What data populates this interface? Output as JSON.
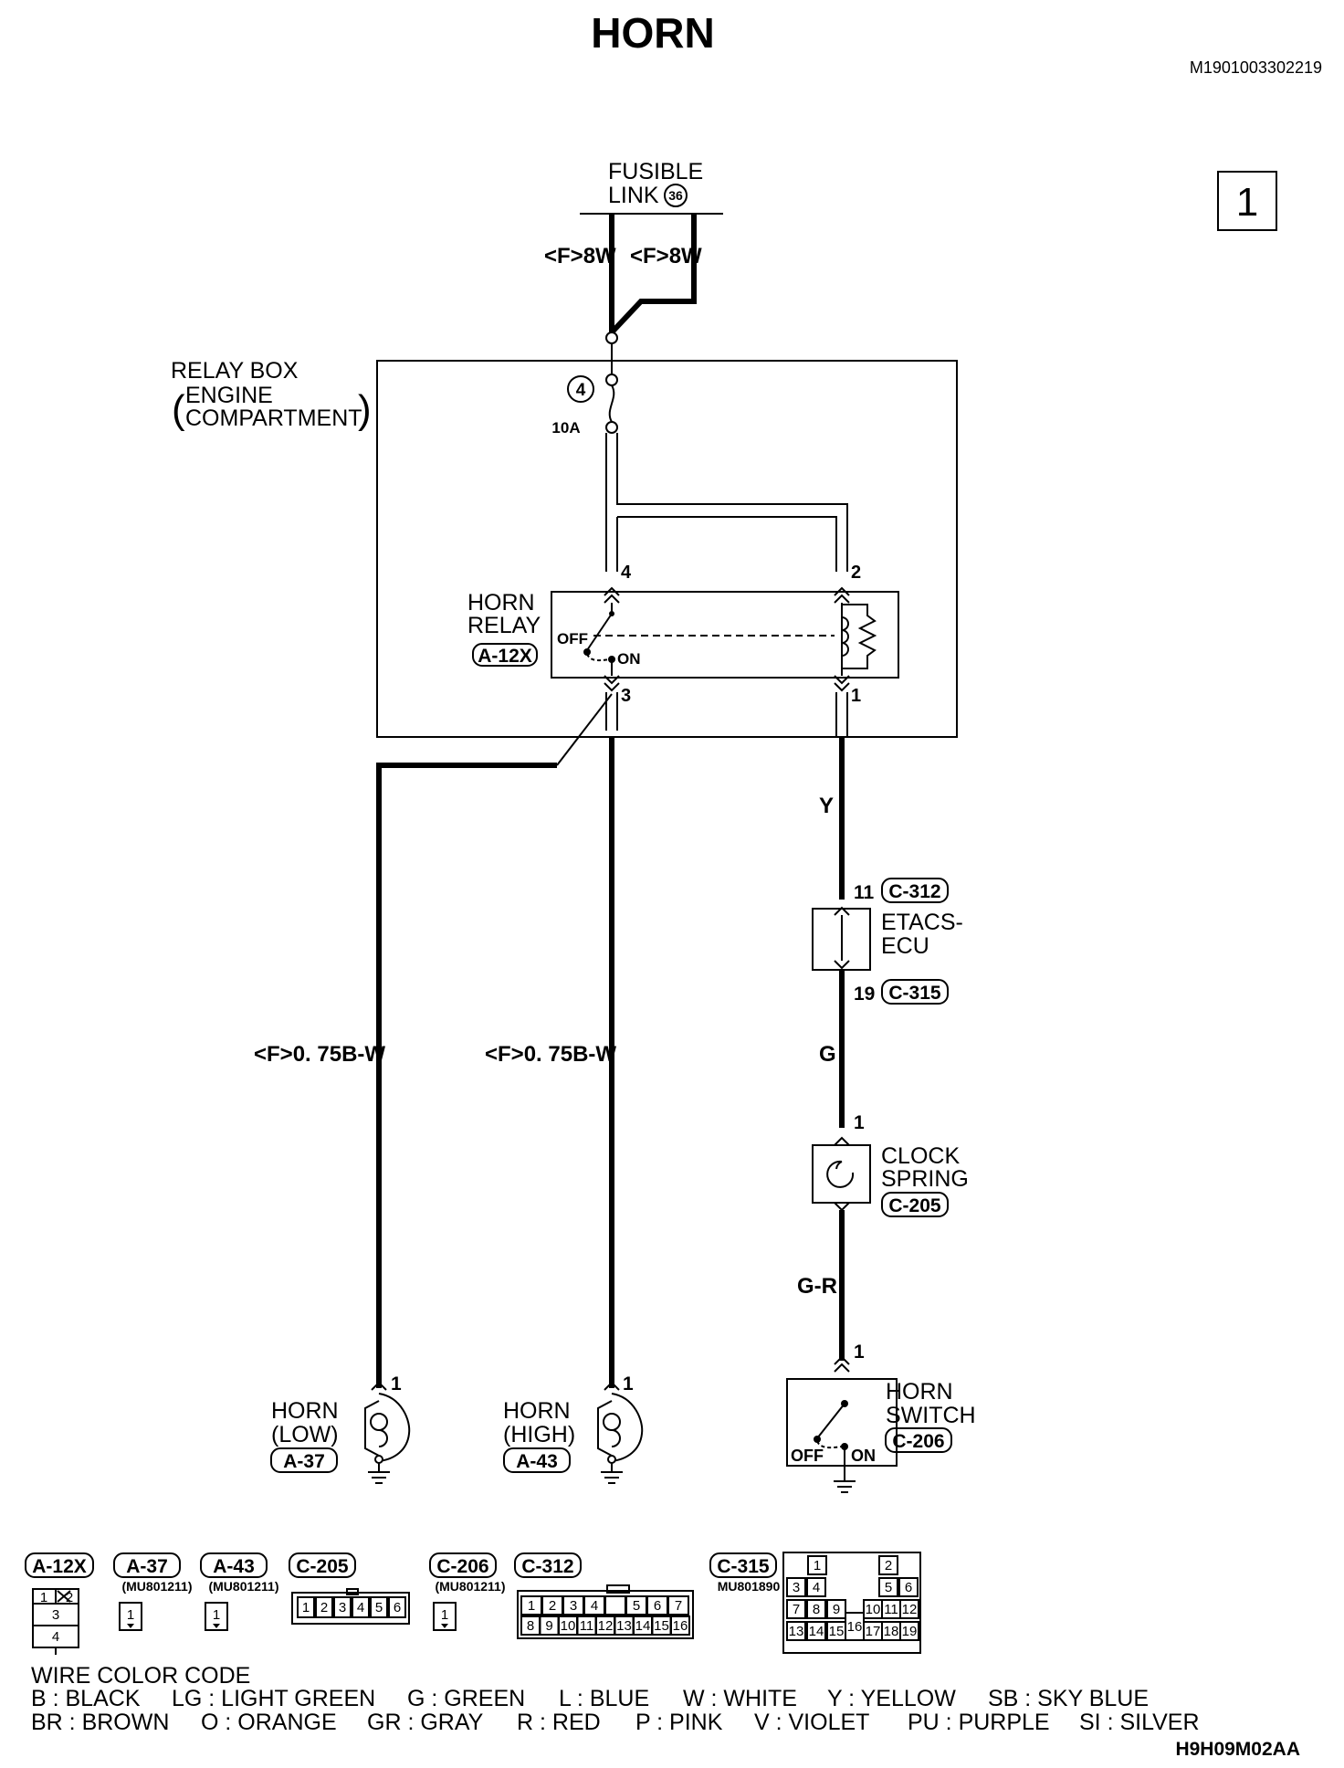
{
  "title": "HORN",
  "doc_id": "M1901003302219",
  "page_number": "1",
  "figure_id": "H9H09M02AA",
  "fusible_link": {
    "line1": "FUSIBLE",
    "line2": "LINK",
    "number": "36"
  },
  "wires_top": {
    "left": "<F>8W",
    "right": "<F>8W"
  },
  "relay_box": {
    "line1": "RELAY BOX",
    "line2": "ENGINE",
    "line3": "COMPARTMENT",
    "open_paren": "(",
    "close_paren": ")"
  },
  "fuse": {
    "number": "4",
    "rating": "10A"
  },
  "horn_relay": {
    "line1": "HORN",
    "line2": "RELAY",
    "connector": "A-12X",
    "off": "OFF",
    "on": "ON",
    "pins": [
      "4",
      "2",
      "3",
      "1"
    ]
  },
  "wire_colors": {
    "y": "Y",
    "g": "G",
    "gr": "G-R",
    "left_ground": "<F>0. 75B-W",
    "mid_ground": "<F>0. 75B-W"
  },
  "etacs": {
    "line1": "ETACS-",
    "line2": "ECU",
    "pin_in": "11",
    "conn_in": "C-312",
    "pin_out": "19",
    "conn_out": "C-315"
  },
  "clock_spring": {
    "line1": "CLOCK",
    "line2": "SPRING",
    "connector": "C-205",
    "pin": "1"
  },
  "horn_switch": {
    "line1": "HORN",
    "line2": "SWITCH",
    "connector": "C-206",
    "pin": "1",
    "off": "OFF",
    "on": "ON"
  },
  "horn_low": {
    "line1": "HORN",
    "line2": "(LOW)",
    "connector": "A-37",
    "pin": "1"
  },
  "horn_high": {
    "line1": "HORN",
    "line2": "(HIGH)",
    "connector": "A-43",
    "pin": "1"
  },
  "connectors": [
    {
      "name": "A-12X",
      "part": "",
      "pins": [
        "1",
        "2",
        "3",
        "4"
      ]
    },
    {
      "name": "A-37",
      "part": "(MU801211)",
      "pins": [
        "1"
      ]
    },
    {
      "name": "A-43",
      "part": "(MU801211)",
      "pins": [
        "1"
      ]
    },
    {
      "name": "C-205",
      "part": "",
      "pins": [
        "1",
        "2",
        "3",
        "4",
        "5",
        "6"
      ]
    },
    {
      "name": "C-206",
      "part": "(MU801211)",
      "pins": [
        "1"
      ]
    },
    {
      "name": "C-312",
      "part": "",
      "pins": [
        "1",
        "2",
        "3",
        "4",
        "5",
        "6",
        "7",
        "8",
        "9",
        "10",
        "11",
        "12",
        "13",
        "14",
        "15",
        "16"
      ]
    },
    {
      "name": "C-315",
      "part": "MU801890",
      "pins": [
        "1",
        "2",
        "3",
        "4",
        "5",
        "6",
        "7",
        "8",
        "9",
        "10",
        "11",
        "12",
        "13",
        "14",
        "15",
        "16",
        "17",
        "18",
        "19"
      ]
    }
  ],
  "legend": {
    "title": "WIRE COLOR CODE",
    "row1": [
      "B : BLACK",
      "LG : LIGHT GREEN",
      "G : GREEN",
      "L : BLUE",
      "W : WHITE",
      "Y : YELLOW",
      "SB : SKY BLUE"
    ],
    "row2": [
      "BR : BROWN",
      "O : ORANGE",
      "GR : GRAY",
      "R : RED",
      "P : PINK",
      "V : VIOLET",
      "PU : PURPLE",
      "SI : SILVER"
    ]
  }
}
